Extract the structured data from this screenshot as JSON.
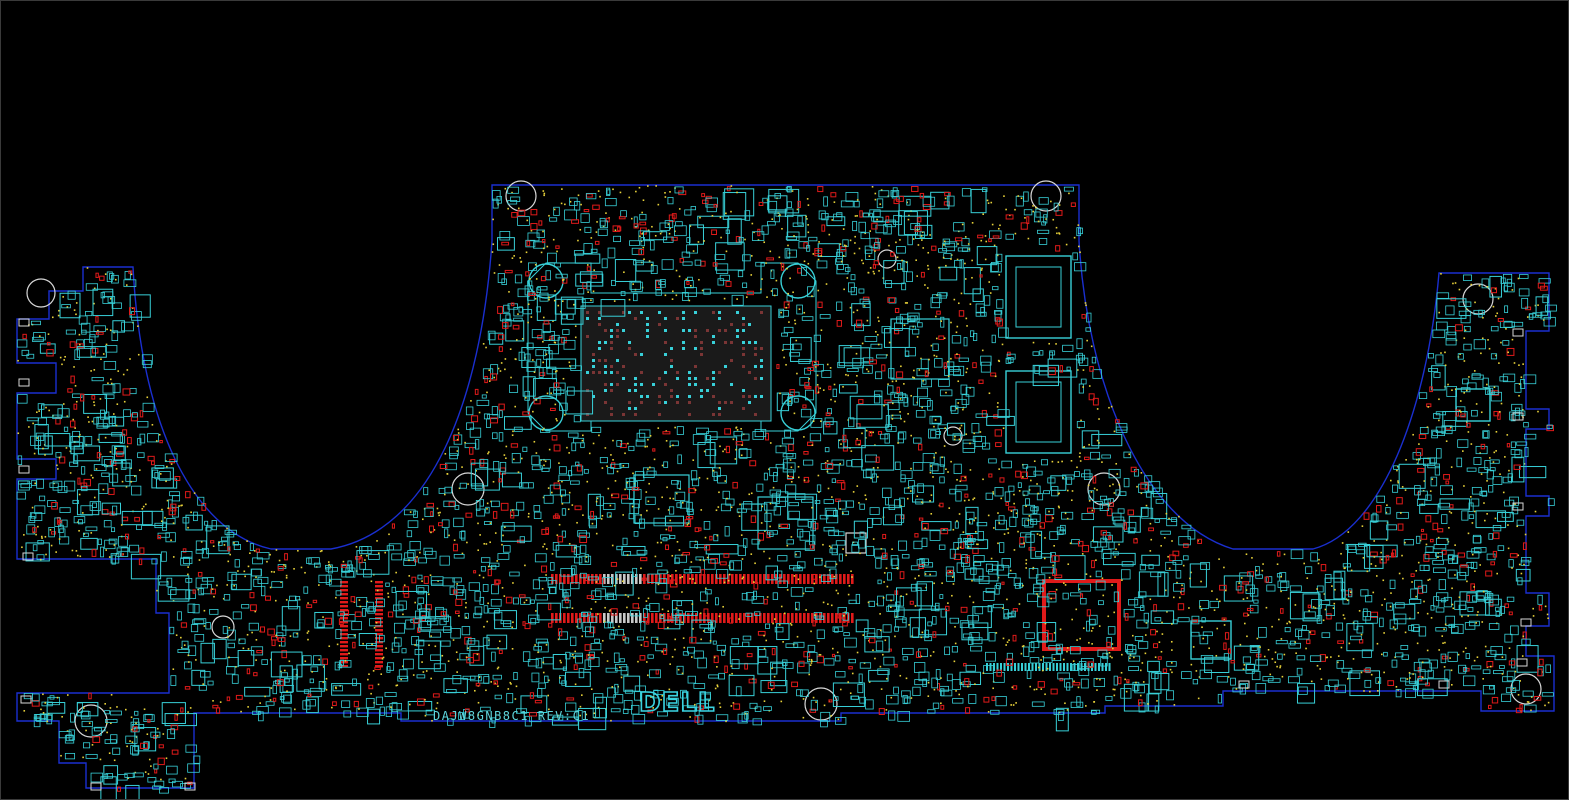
{
  "board": {
    "part_number": "DAJW8GNB8C1",
    "revision": "REV:C1",
    "brand": "DELL"
  },
  "colors": {
    "background": "#000000",
    "outline": "#1a2fd0",
    "component": "#38d0d8",
    "pad": "#e01a1a",
    "via": "#e8d23a",
    "hole": "#d8d8d8",
    "silk": "#5fd5dc"
  },
  "icons": {
    "mounting_hole": "mounting-hole-icon",
    "logo": "dell-logo-icon"
  }
}
